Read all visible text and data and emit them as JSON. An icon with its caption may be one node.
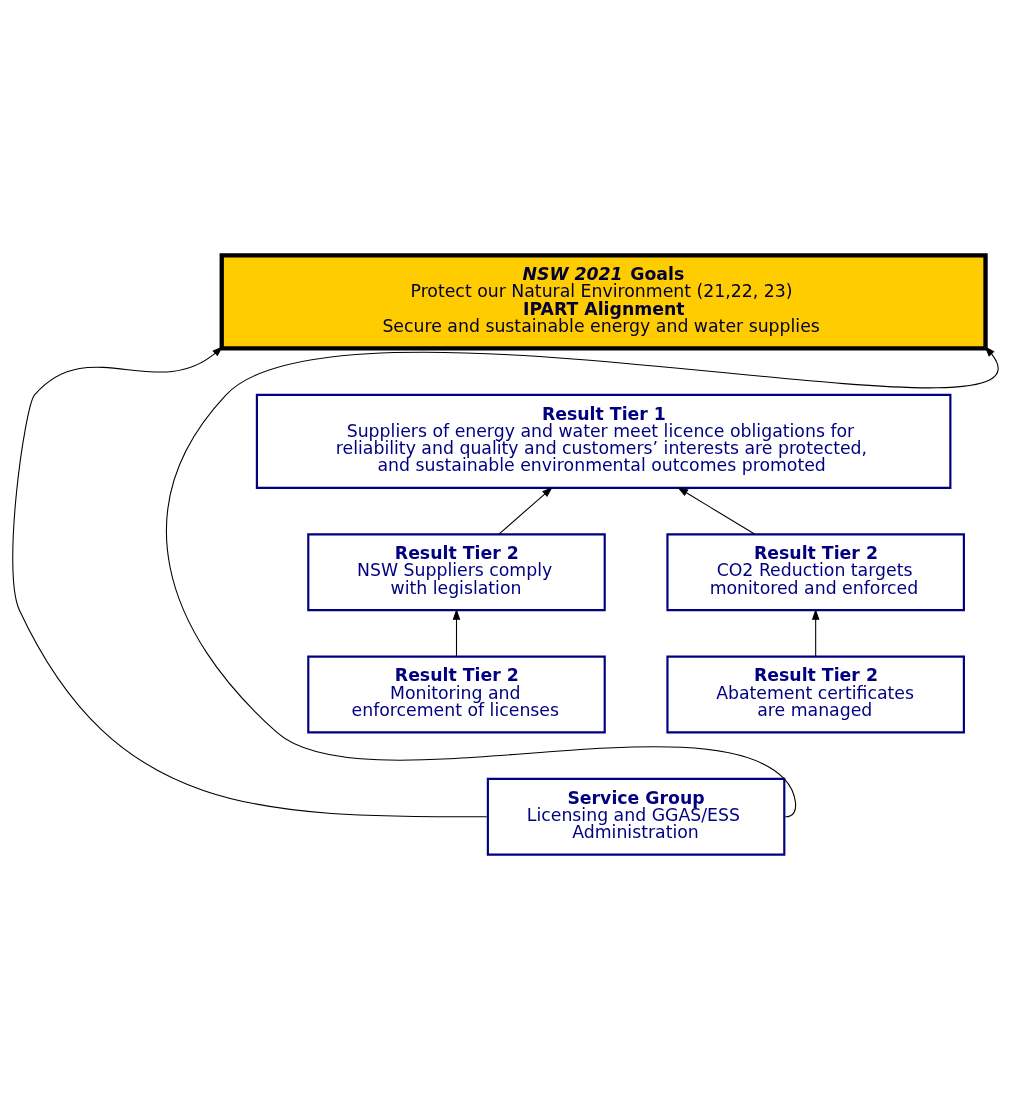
{
  "diagram": {
    "nodes": [
      {
        "text": [
          "*NSW 2021* Goals",
          "Protect our Natural Environment (21,22, 23)",
          "IPART Alignment",
          "Secure and sustainable energy and water supplies"
        ]
      },
      {
        "text": [
          "Result Tier 1",
          "Suppliers of energy and water meet licence obligations for reliability and quality and customers’ interests are protected, and sustainable environmental outcomes promoted"
        ]
      },
      {
        "text": [
          "Result Tier 2",
          "NSW Suppliers comply with legislation"
        ]
      },
      {
        "text": [
          "Result Tier 2",
          "CO2 Reduction targets monitored and enforced"
        ]
      },
      {
        "text": [
          "Result Tier 2",
          "Monitoring and enforcement of licenses"
        ]
      },
      {
        "text": [
          "Result Tier 2",
          "Abatement certificates are managed"
        ]
      },
      {
        "text": [
          "Service Group",
          "Licensing and GGAS/ESS Administration"
        ]
      }
    ],
    "edges": [
      {
        "from": 2,
        "to": 1,
        "arrow": "to"
      },
      {
        "from": 3,
        "to": 1,
        "arrow": "to"
      },
      {
        "from": 4,
        "to": 2,
        "arrow": "to"
      },
      {
        "from": 5,
        "to": 3,
        "arrow": "to"
      },
      {
        "from": 6,
        "to": 0,
        "arrow": "to"
      },
      {
        "from": 6,
        "to": 0,
        "arrow": "to"
      }
    ]
  }
}
